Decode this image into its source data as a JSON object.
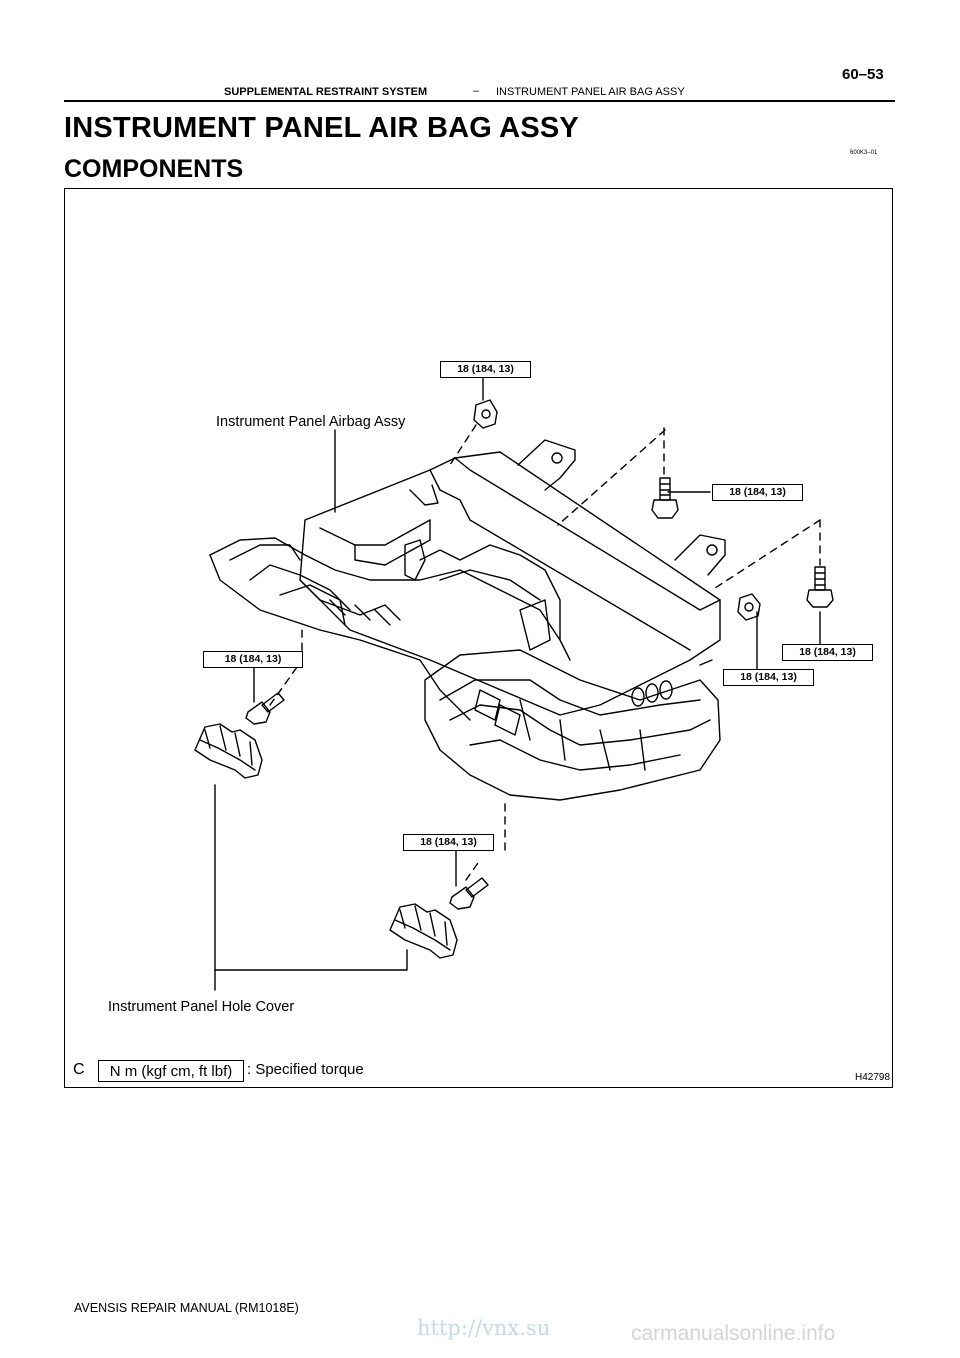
{
  "header": {
    "page_number": "60–53",
    "section": "SUPPLEMENTAL RESTRAINT SYSTEM",
    "separator": "–",
    "subsection": "INSTRUMENT PANEL AIR BAG ASSY"
  },
  "title": "INSTRUMENT PANEL AIR BAG ASSY",
  "subtitle": "COMPONENTS",
  "doc_code": "600K3–01",
  "figure": {
    "torque_labels": [
      "18 (184, 13)",
      "18 (184, 13)",
      "18 (184, 13)",
      "18 (184, 13)",
      "18 (184, 13)",
      "18 (184, 13)"
    ],
    "part_labels": {
      "airbag": "Instrument Panel Airbag Assy",
      "hole_cover": "Instrument Panel Hole Cover"
    },
    "legend": {
      "marker": "C",
      "unit_box": "N m (kgf cm, ft lbf)",
      "description": ": Specified torque"
    },
    "figure_code": "H42798"
  },
  "footer": {
    "manual": "AVENSIS REPAIR MANUAL   (RM1018E)"
  },
  "watermarks": {
    "url": "http://vnx.su",
    "site": "carmanualsonline.info"
  }
}
